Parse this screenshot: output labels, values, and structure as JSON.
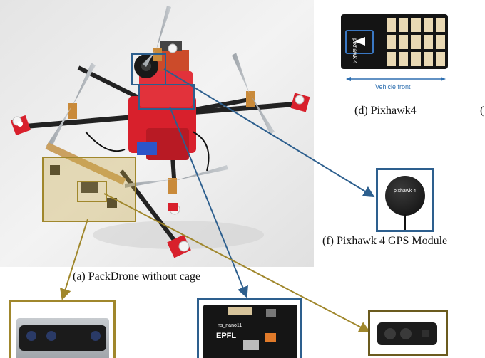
{
  "captions": {
    "a": "(a) PackDrone without cage",
    "d": "(d) Pixhawk4",
    "d_next": "(",
    "f": "(f) Pixhawk 4 GPS Module"
  },
  "labels": {
    "vehicle_front": "Vehicle front",
    "pixhawk_board": "pixhawk 4",
    "gps_puck": "pixhawk 4",
    "jetson_sub": "ns_nano11",
    "epfl": "EPFL"
  },
  "colors": {
    "blue_frame": "#2d5f8e",
    "gold_frame": "#a0872c",
    "drone_red": "#d8202c",
    "photo_wall": "#ececec"
  }
}
